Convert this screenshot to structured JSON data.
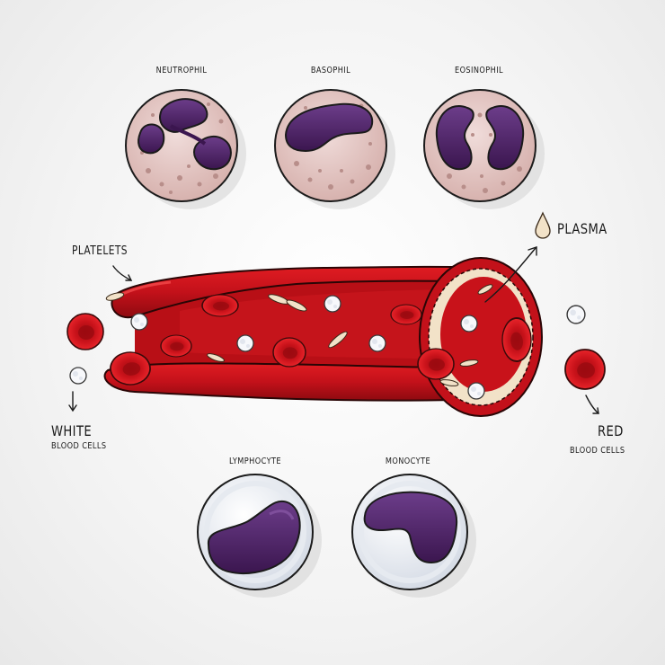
{
  "granulocytes": {
    "neutrophil": "NEUTROPHIL",
    "basophil": "BASOPHIL",
    "eosinophil": "EOSINOPHIL"
  },
  "agranulocytes": {
    "lymphocyte": "LYMPHOCYTE",
    "monocyte": "MONOCYTE"
  },
  "vessel_labels": {
    "platelets": "PLATELETS",
    "plasma": "PLASMA",
    "white_line1": "WHITE",
    "white_line2": "BLOOD CELLS",
    "red_line1": "RED",
    "red_line2": "BLOOD CELLS"
  },
  "colors": {
    "blood_red": "#d9141a",
    "vessel_dark": "#a40c12",
    "nucleus_purple": "#4a2063",
    "granulocyte_pink": "#e4c9c6",
    "agranulocyte_white": "#f2f4f7",
    "plasma_beige": "#f2e2c8"
  }
}
